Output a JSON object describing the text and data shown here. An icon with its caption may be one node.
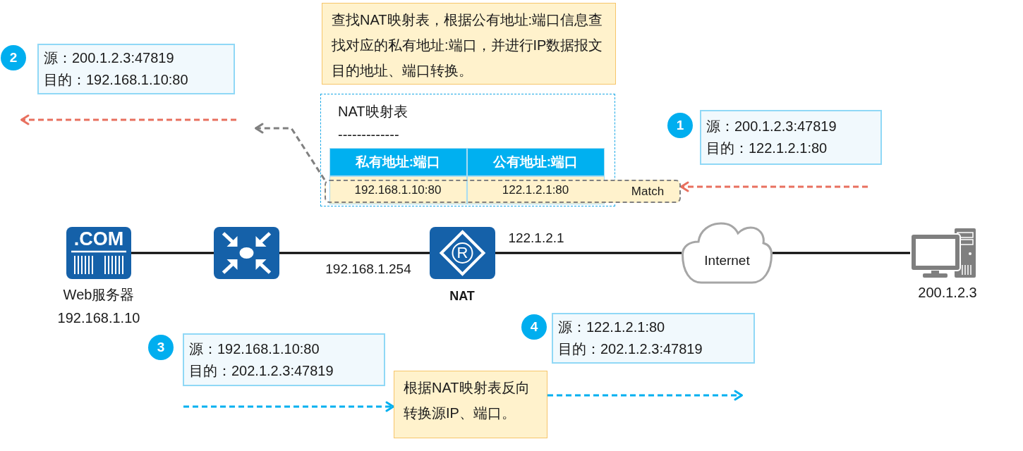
{
  "diagram": {
    "nodes": [
      {
        "text": [
          "查找NAT映射表，根据公有地址:端口信息查找对应的私有地址:端口，并进行IP数据报文目的地址、端口转换。"
        ]
      },
      {
        "text": [
          "2"
        ]
      },
      {
        "text": [
          "源：200.1.2.3:47819",
          "目的：192.168.1.10:80"
        ]
      },
      {
        "text": [
          "NAT映射表",
          "-------------"
        ]
      },
      {
        "text": [
          "私有地址:端口"
        ],
        "in": 3
      },
      {
        "text": [
          "公有地址:端口"
        ],
        "in": 3
      },
      {
        "text": [
          "192.168.1.10:80"
        ],
        "in": 3
      },
      {
        "text": [
          "122.1.2.1:80"
        ],
        "in": 3
      },
      {
        "text": [
          "Match"
        ]
      },
      {
        "text": [
          "1"
        ]
      },
      {
        "text": [
          "源：200.1.2.3:47819",
          "目的：122.1.2.1:80"
        ]
      },
      {
        "text": [
          ".COM"
        ],
        "beside": [
          "Web服务器",
          "192.168.1.10"
        ]
      },
      {
        "text": [],
        "shape": "picture"
      },
      {
        "text": [
          "R"
        ],
        "beside": [
          "NAT"
        ]
      },
      {
        "text": [
          "Internet"
        ]
      },
      {
        "text": [],
        "shape": "picture",
        "beside": [
          "200.1.2.3"
        ]
      },
      {
        "text": [
          "3"
        ]
      },
      {
        "text": [
          "源：192.168.1.10:80",
          "目的：202.1.2.3:47819"
        ]
      },
      {
        "text": [
          "4"
        ]
      },
      {
        "text": [
          "源：122.1.2.1:80",
          "目的：202.1.2.3:47819"
        ]
      },
      {
        "text": [
          "根据NAT映射表反向转换源IP、端口。"
        ]
      }
    ],
    "edges": [
      {
        "from": null,
        "to": 8,
        "arrow": "to",
        "style": "dashed",
        "color": "#e8705f"
      },
      {
        "from": 8,
        "to": null,
        "arrow": "to",
        "style": "dashed",
        "color": "#808080"
      },
      {
        "from": 11,
        "to": 12,
        "arrow": "none"
      },
      {
        "from": 12,
        "to": 13,
        "arrow": "none"
      },
      {
        "from": 13,
        "to": 14,
        "arrow": "none"
      },
      {
        "from": 14,
        "to": 15,
        "arrow": "none"
      },
      {
        "from": null,
        "to": 20,
        "arrow": "to",
        "style": "dashed",
        "color": "#00b0f0"
      },
      {
        "from": 20,
        "to": null,
        "arrow": "to",
        "style": "dashed",
        "color": "#00b0f0"
      }
    ],
    "labels": [
      "122.1.2.1",
      "192.168.1.254"
    ]
  }
}
